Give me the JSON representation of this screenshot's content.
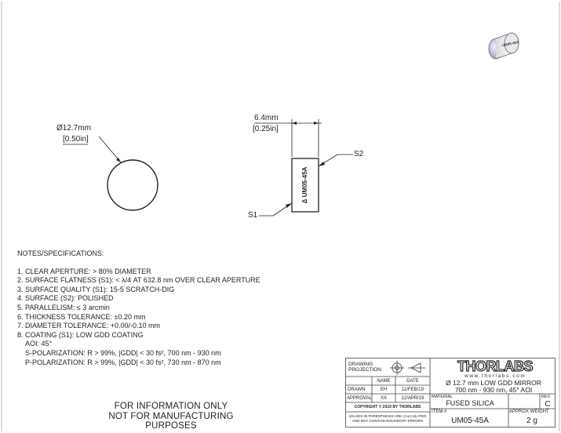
{
  "views": {
    "front": {
      "diameter_label": "Ø12.7mm",
      "diameter_label_in": "[0.50in]"
    },
    "side": {
      "thickness_label": "6.4mm",
      "thickness_label_in": "[0.25in]",
      "engraving": "Δ UM05-45A",
      "surface1_label": "S1",
      "surface2_label": "S2"
    }
  },
  "notes": {
    "header": "NOTES/SPECIFICATIONS:",
    "items": [
      "1. CLEAR APERTURE: > 80% DIAMETER",
      "2. SURFACE FLATNESS (S1): < λ/4 AT 632.8 nm OVER CLEAR APERTURE",
      "3. SURFACE QUALITY (S1): 15-5 SCRATCH-DIG",
      "4. SURFACE (S2): POLISHED",
      "5. PARALLELISM: ≤ 3 arcmin",
      "6. THICKNESS TOLERANCE: ±0.20 mm",
      "7. DIAMETER TOLERANCE: +0.00/-0.10 mm",
      "8. COATING (S1): LOW GDD COATING"
    ],
    "coating_details": [
      "AOI: 45°",
      "S-POLARIZATION: R > 99%, |GDD| < 30 fs², 700 nm - 930 nm",
      "P-POLARIZATION: R > 99%, |GDD| < 30 fs², 730 nm - 870 nm"
    ]
  },
  "disclaimer": {
    "line1": "FOR INFORMATION ONLY",
    "line2": "NOT FOR MANUFACTURING PURPOSES"
  },
  "title_block": {
    "projection_label_1": "DRAWING",
    "projection_label_2": "PROJECTION",
    "col_name": "NAME",
    "col_date": "DATE",
    "row_drawn": "DRAWN",
    "drawn_name": "EH",
    "drawn_date": "11/FEB/19",
    "row_approval": "APPROVAL",
    "approval_name": "XX",
    "approval_date": "12/APR/19",
    "copyright": "COPYRIGHT © 2019 BY THORLABS",
    "rounding_1": "VALUES IN PARENTHESIS ARE CALCULATED",
    "rounding_2": "AND MAY CONTAIN ROUNDOFF ERRORS",
    "brand": "THORLABS",
    "website": "www.thorlabs.com",
    "description_1": "Ø 12.7 mm LOW GDD MIRROR",
    "description_2": "700 nm - 930 nm, 45° AOI",
    "material_label": "MATERIAL",
    "material_value": "FUSED SILICA",
    "rev_label": "REV",
    "rev_value": "C",
    "item_label": "ITEM #",
    "item_value": "UM05-45A",
    "weight_label": "APPROX WEIGHT",
    "weight_value": "2 g"
  }
}
